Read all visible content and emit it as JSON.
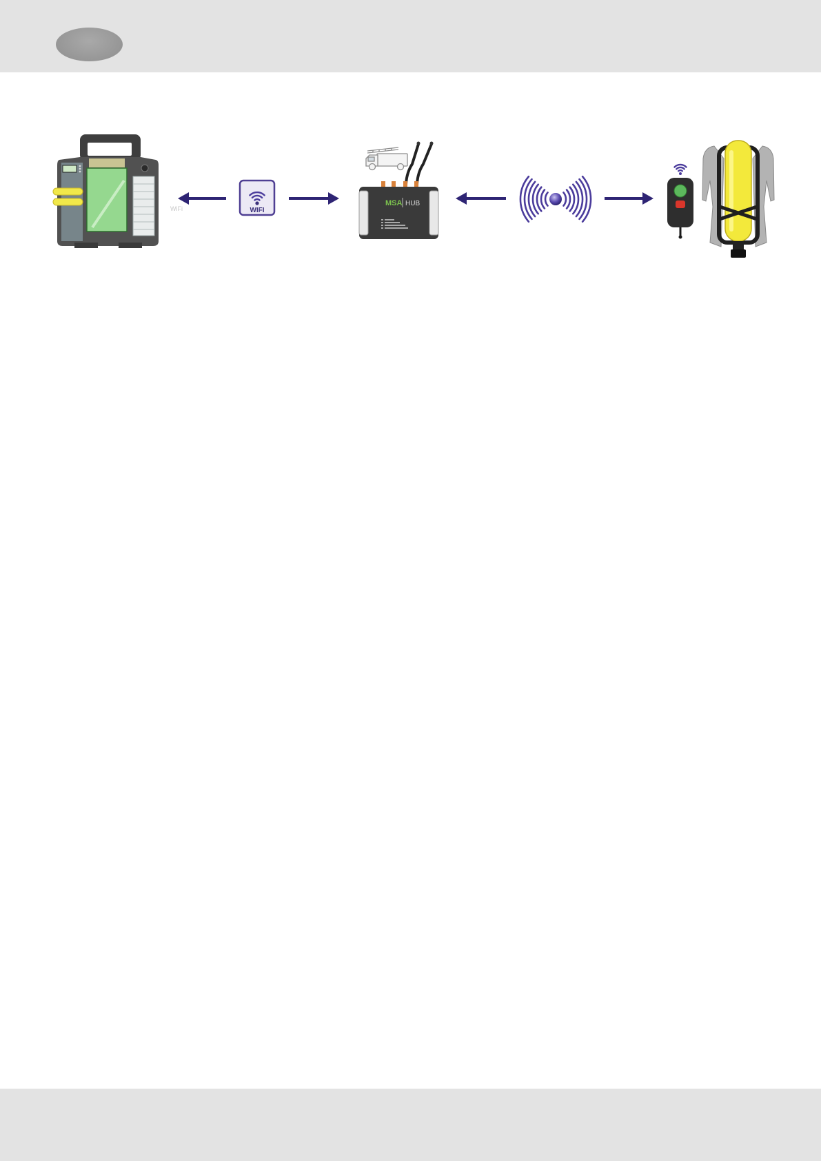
{
  "colors": {
    "band": "#e3e3e3",
    "oval": "#8e8e8e",
    "arrow": "#2e2474",
    "wave": "#4b3c9c",
    "cylinder": "#f3e93b",
    "board_screen": "#95d88f"
  },
  "diagram": {
    "wifi_caption": "WiFi",
    "wifi_icon_label": "WIFI",
    "hub_brand": "MSA",
    "hub_label": "HUB"
  }
}
